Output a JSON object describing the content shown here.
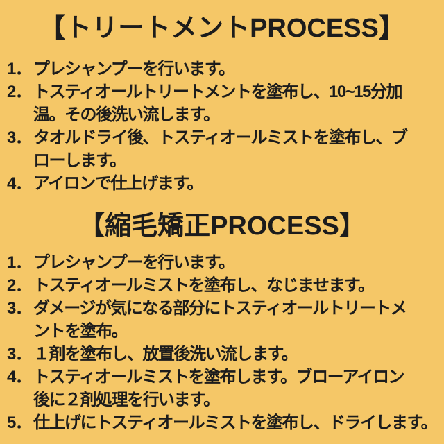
{
  "page": {
    "background_color": "#F5C767",
    "text_color": "#1C1C1C"
  },
  "sections": [
    {
      "title": "【トリートメントPROCESS】",
      "steps": [
        {
          "num": "1．",
          "text": "プレシャンプーを行います。"
        },
        {
          "num": "2．",
          "text": "トスティオールトリートメントを塗布し、10~15分加\n温。その後洗い流します。"
        },
        {
          "num": "3．",
          "text": "タオルドライ後、トスティオールミストを塗布し、ブ\nローします。"
        },
        {
          "num": "4．",
          "text": "アイロンで仕上げます。"
        }
      ]
    },
    {
      "title": "【縮毛矯正PROCESS】",
      "steps": [
        {
          "num": "1．",
          "text": "プレシャンプーを行います。"
        },
        {
          "num": "2．",
          "text": "トスティオールミストを塗布し、なじませます。"
        },
        {
          "num": "3．",
          "text": "ダメージが気になる部分にトスティオールトリートメ\nントを塗布。"
        },
        {
          "num": "3．",
          "text": "１剤を塗布し、放置後洗い流します。"
        },
        {
          "num": "4．",
          "text": "トスティオールミストを塗布します。ブローアイロン\n後に２剤処理を行います。"
        },
        {
          "num": "5．",
          "text": "仕上げにトスティオールミストを塗布し、ドライします。"
        }
      ]
    }
  ]
}
